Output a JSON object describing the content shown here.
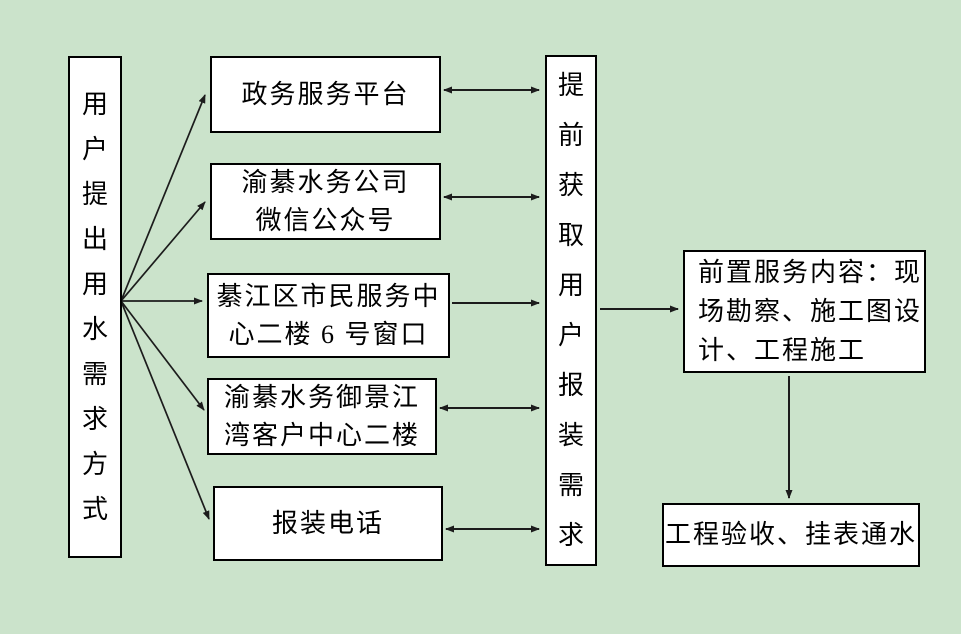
{
  "diagram": {
    "source": {
      "label": "用户提出用水需求方式"
    },
    "channels": [
      {
        "label": "政务服务平台"
      },
      {
        "label": "渝綦水务公司\n微信公众号"
      },
      {
        "label": "綦江区市民服务中\n心二楼 6 号窗口"
      },
      {
        "label": "渝綦水务御景江\n湾客户中心二楼"
      },
      {
        "label": "报装电话"
      }
    ],
    "collector": {
      "label": "提前获取用户报装需求"
    },
    "pre_service": {
      "label": "前置服务内容：现\n场勘察、施工图设\n计、工程施工"
    },
    "completion": {
      "label": "工程验收、挂表通水"
    }
  },
  "colors": {
    "background": "#cbe3cb",
    "node_fill": "#ffffff",
    "node_border": "#000000",
    "arrow": "#1c1c1c",
    "text": "#000000"
  }
}
